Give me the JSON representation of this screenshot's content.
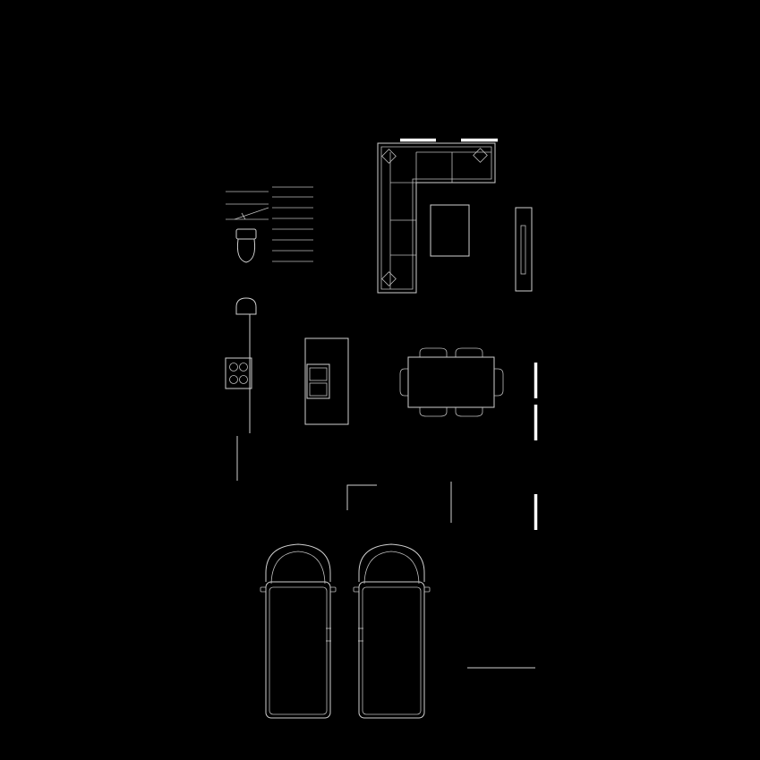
{
  "canvas": {
    "background": "#000000",
    "line_color": "#cfcfcf",
    "wall_color": "#ffffff"
  },
  "plan": {
    "rooms": [],
    "furniture": [
      {
        "id": "sectional-sofa",
        "icon": "sofa-icon"
      },
      {
        "id": "coffee-table",
        "icon": "table-icon"
      },
      {
        "id": "tv-console",
        "icon": "tv-icon"
      },
      {
        "id": "stairs",
        "icon": "stairs-icon"
      },
      {
        "id": "toilet",
        "icon": "toilet-icon"
      },
      {
        "id": "wash-basin",
        "icon": "sink-icon"
      },
      {
        "id": "cooktop",
        "icon": "stove-icon"
      },
      {
        "id": "kitchen-island",
        "icon": "island-icon"
      },
      {
        "id": "dining-table",
        "icon": "dining-table-icon"
      },
      {
        "id": "car-left",
        "icon": "car-icon"
      },
      {
        "id": "car-right",
        "icon": "car-icon"
      }
    ]
  }
}
